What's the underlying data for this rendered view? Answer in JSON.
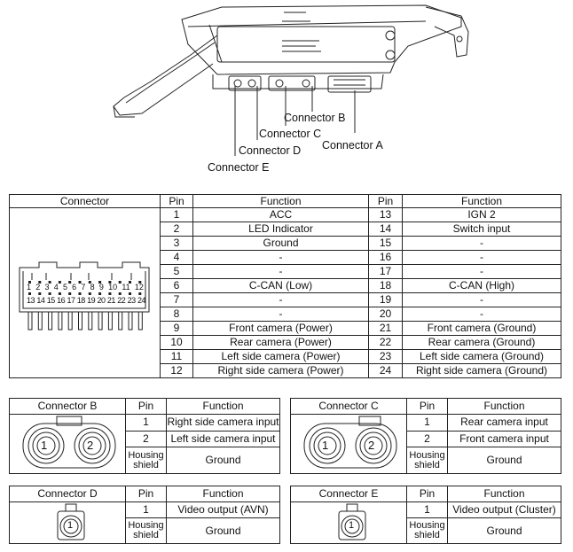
{
  "housing_labels": {
    "callouts": [
      "Connector B",
      "Connector C",
      "Connector D",
      "Connector E",
      "Connector A"
    ]
  },
  "main_table": {
    "headers": {
      "connector": "Connector",
      "pin": "Pin",
      "function": "Function",
      "pin2": "Pin",
      "function2": "Function"
    },
    "pin_numbers_top": [
      "1",
      "2",
      "3",
      "4",
      "5",
      "6",
      "7",
      "8",
      "9",
      "10",
      "11",
      "12"
    ],
    "pin_numbers_bottom": [
      "13",
      "14",
      "15",
      "16",
      "17",
      "18",
      "19",
      "20",
      "21",
      "22",
      "23",
      "24"
    ],
    "rows": [
      {
        "pin": "1",
        "function": "ACC",
        "pin2": "13",
        "function2": "IGN 2"
      },
      {
        "pin": "2",
        "function": "LED Indicator",
        "pin2": "14",
        "function2": "Switch input"
      },
      {
        "pin": "3",
        "function": "Ground",
        "pin2": "15",
        "function2": "-"
      },
      {
        "pin": "4",
        "function": "-",
        "pin2": "16",
        "function2": "-"
      },
      {
        "pin": "5",
        "function": "-",
        "pin2": "17",
        "function2": "-"
      },
      {
        "pin": "6",
        "function": "C-CAN (Low)",
        "pin2": "18",
        "function2": "C-CAN (High)"
      },
      {
        "pin": "7",
        "function": "-",
        "pin2": "19",
        "function2": "-"
      },
      {
        "pin": "8",
        "function": "-",
        "pin2": "20",
        "function2": "-"
      },
      {
        "pin": "9",
        "function": "Front camera (Power)",
        "pin2": "21",
        "function2": "Front camera (Ground)"
      },
      {
        "pin": "10",
        "function": "Rear camera (Power)",
        "pin2": "22",
        "function2": "Rear camera (Ground)"
      },
      {
        "pin": "11",
        "function": "Left side camera (Power)",
        "pin2": "23",
        "function2": "Left side camera (Ground)"
      },
      {
        "pin": "12",
        "function": "Right side camera (Power)",
        "pin2": "24",
        "function2": "Right side camera (Ground)"
      }
    ]
  },
  "connector_b": {
    "title": "Connector B",
    "pin_header": "Pin",
    "function_header": "Function",
    "face_labels": [
      "1",
      "2"
    ],
    "rows": [
      {
        "pin": "1",
        "function": "Right side camera input"
      },
      {
        "pin": "2",
        "function": "Left side camera input"
      },
      {
        "pin": "Housing shield",
        "function": "Ground"
      }
    ]
  },
  "connector_c": {
    "title": "Connector C",
    "pin_header": "Pin",
    "function_header": "Function",
    "face_labels": [
      "1",
      "2"
    ],
    "rows": [
      {
        "pin": "1",
        "function": "Rear camera input"
      },
      {
        "pin": "2",
        "function": "Front camera input"
      },
      {
        "pin": "Housing shield",
        "function": "Ground"
      }
    ]
  },
  "connector_d": {
    "title": "Connector D",
    "pin_header": "Pin",
    "function_header": "Function",
    "face_labels": [
      "1"
    ],
    "rows": [
      {
        "pin": "1",
        "function": "Video output (AVN)"
      },
      {
        "pin": "Housing shield",
        "function": "Ground"
      }
    ]
  },
  "connector_e": {
    "title": "Connector E",
    "pin_header": "Pin",
    "function_header": "Function",
    "face_labels": [
      "1"
    ],
    "rows": [
      {
        "pin": "1",
        "function": "Video output (Cluster)"
      },
      {
        "pin": "Housing shield",
        "function": "Ground"
      }
    ]
  }
}
